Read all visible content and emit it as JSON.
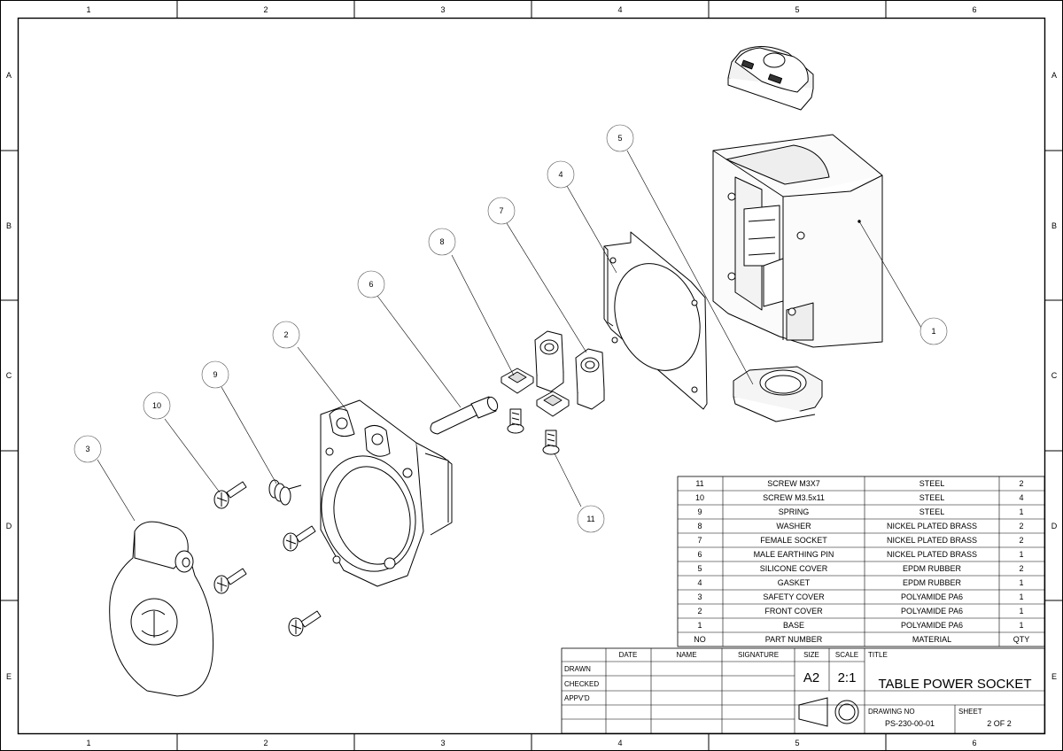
{
  "sheet_frame": {
    "columns": [
      "1",
      "2",
      "3",
      "4",
      "5",
      "6"
    ],
    "rows": [
      "A",
      "B",
      "C",
      "D",
      "E"
    ]
  },
  "balloons": [
    "1",
    "2",
    "3",
    "4",
    "5",
    "6",
    "7",
    "8",
    "9",
    "10",
    "11"
  ],
  "bom": {
    "rows": [
      {
        "item": "11",
        "part": "SCREW M3X7",
        "material": "STEEL",
        "qty": "2"
      },
      {
        "item": "10",
        "part": "SCREW M3.5x11",
        "material": "STEEL",
        "qty": "4"
      },
      {
        "item": "9",
        "part": "SPRING",
        "material": "STEEL",
        "qty": "1"
      },
      {
        "item": "8",
        "part": "WASHER",
        "material": "NICKEL PLATED BRASS",
        "qty": "2"
      },
      {
        "item": "7",
        "part": "FEMALE SOCKET",
        "material": "NICKEL PLATED BRASS",
        "qty": "2"
      },
      {
        "item": "6",
        "part": "MALE EARTHING PIN",
        "material": "NICKEL PLATED BRASS",
        "qty": "1"
      },
      {
        "item": "5",
        "part": "SILICONE COVER",
        "material": "EPDM RUBBER",
        "qty": "2"
      },
      {
        "item": "4",
        "part": "GASKET",
        "material": "EPDM RUBBER",
        "qty": "1"
      },
      {
        "item": "3",
        "part": "SAFETY COVER",
        "material": "POLYAMIDE PA6",
        "qty": "1"
      },
      {
        "item": "2",
        "part": "FRONT COVER",
        "material": "POLYAMIDE PA6",
        "qty": "1"
      },
      {
        "item": "1",
        "part": "BASE",
        "material": "POLYAMIDE PA6",
        "qty": "1"
      }
    ],
    "header": {
      "item": "NO",
      "part": "PART NUMBER",
      "material": "MATERIAL",
      "qty": "QTY"
    }
  },
  "title_block": {
    "headers": {
      "date": "DATE",
      "name": "NAME",
      "signature": "SIGNATURE",
      "size": "SIZE",
      "scale": "SCALE",
      "title": "TITLE"
    },
    "roles": [
      "DRAWN",
      "CHECKED",
      "APPV'D"
    ],
    "size_value": "A2",
    "scale_value": "2:1",
    "title_value": "TABLE POWER SOCKET",
    "drawing_no_label": "DRAWING NO",
    "drawing_no_value": "PS-230-00-01",
    "sheet_label": "SHEET",
    "sheet_value": "2 OF 2"
  }
}
